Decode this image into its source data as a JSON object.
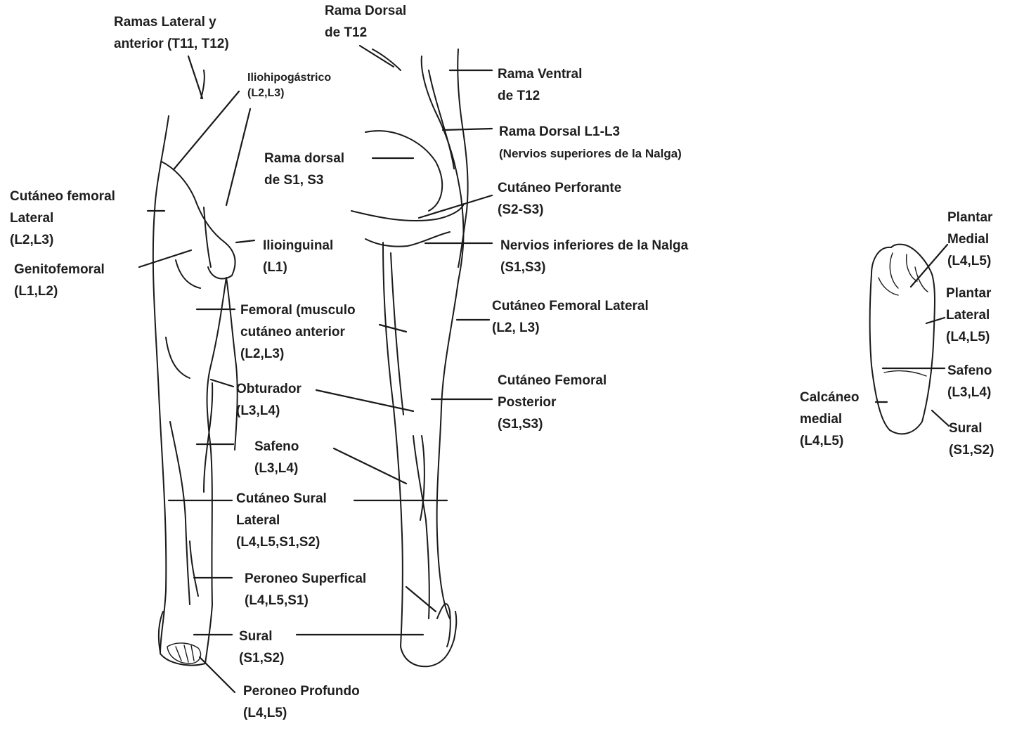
{
  "labels": {
    "ramas_lateral": [
      "Ramas Lateral y",
      "anterior (T11, T12)"
    ],
    "rama_dorsal_t12": [
      "Rama Dorsal",
      "de T12"
    ],
    "iliohipogastrico": [
      "Iliohipogástrico",
      "(L2,L3)"
    ],
    "rama_ventral": [
      "Rama Ventral",
      "de T12"
    ],
    "rama_dorsal_l1l3": [
      "Rama Dorsal L1-L3",
      "(Nervios superiores de la Nalga)"
    ],
    "rama_dorsal_s1": [
      "Rama dorsal",
      "de S1, S3"
    ],
    "cutaneo_femoral_lateral_front": [
      "Cutáneo femoral",
      "Lateral",
      "(L2,L3)"
    ],
    "cutaneo_perforante": [
      "Cutáneo Perforante",
      "(S2-S3)"
    ],
    "genitofemoral": [
      "Genitofemoral",
      "(L1,L2)"
    ],
    "ilioinguinal": [
      "Ilioinguinal",
      "(L1)"
    ],
    "nervios_inferiores": [
      "Nervios inferiores de la Nalga",
      "(S1,S3)"
    ],
    "femoral": [
      "Femoral (musculo",
      "cutáneo anterior",
      "(L2,L3)"
    ],
    "cutaneo_femoral_lateral_back": [
      "Cutáneo Femoral Lateral",
      "(L2, L3)"
    ],
    "obturador": [
      "Obturador",
      "(L3,L4)"
    ],
    "cutaneo_femoral_posterior": [
      "Cutáneo Femoral",
      "Posterior",
      "(S1,S3)"
    ],
    "safeno": [
      "Safeno",
      "(L3,L4)"
    ],
    "cutaneo_sural_lateral": [
      "Cutáneo Sural",
      "Lateral",
      "(L4,L5,S1,S2)"
    ],
    "peroneo_superficial": [
      "Peroneo Superfical",
      "(L4,L5,S1)"
    ],
    "sural": [
      "Sural",
      "(S1,S2)"
    ],
    "peroneo_profundo": [
      "Peroneo Profundo",
      "(L4,L5)"
    ],
    "plantar_medial": [
      "Plantar",
      "Medial",
      "(L4,L5)"
    ],
    "plantar_lateral": [
      "Plantar",
      "Lateral",
      "(L4,L5)"
    ],
    "safeno_foot": [
      "Safeno",
      "(L3,L4)"
    ],
    "calcaneo_medial": [
      "Calcáneo",
      "medial",
      "(L4,L5)"
    ],
    "sural_foot": [
      "Sural",
      "(S1,S2)"
    ]
  }
}
